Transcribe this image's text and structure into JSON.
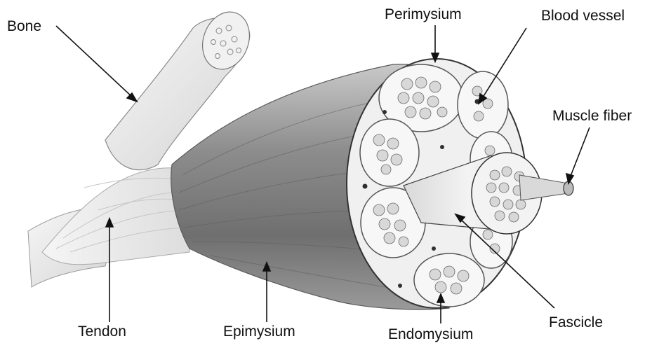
{
  "labels": {
    "bone": "Bone",
    "perimysium": "Perimysium",
    "blood_vessel": "Blood vessel",
    "muscle_fiber": "Muscle fiber",
    "tendon": "Tendon",
    "epimysium": "Epimysium",
    "endomysium": "Endomysium",
    "fascicle": "Fascicle"
  },
  "colors": {
    "bone": "#e4e4e4",
    "muscle": "#8f8f8f",
    "tendon": "#f2f2f2",
    "fascicle_fill": "#f4f4f4",
    "cell_fill": "#dcdcdc",
    "outline": "#3a3a3a"
  }
}
